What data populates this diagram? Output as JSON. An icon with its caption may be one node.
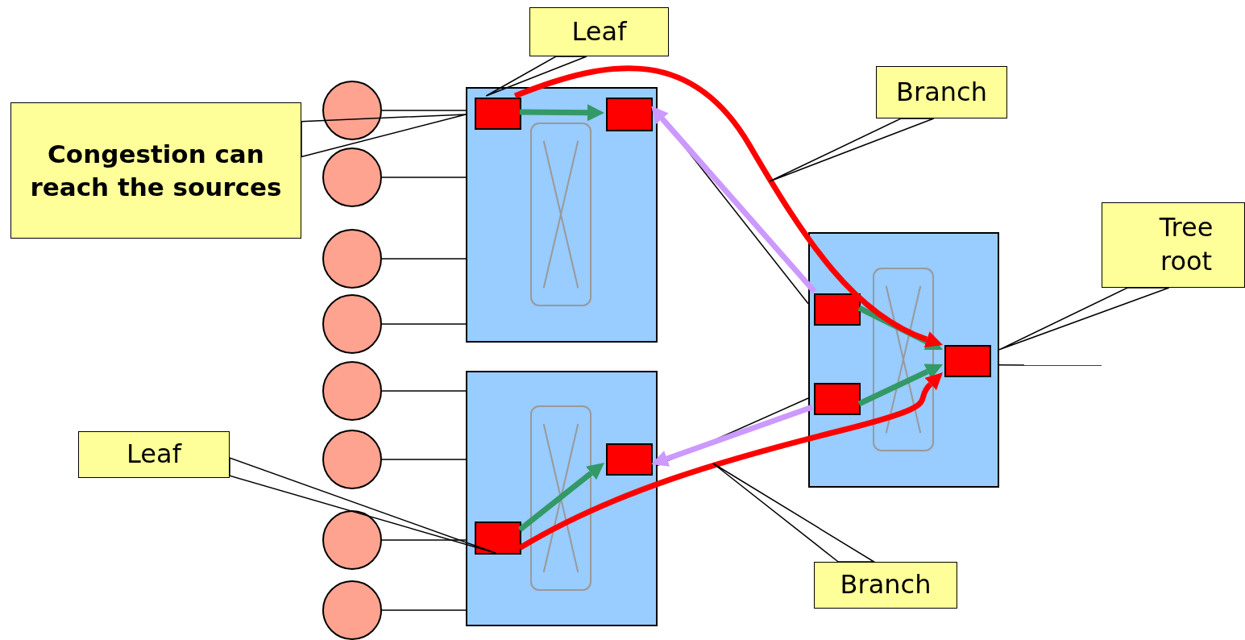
{
  "diagram": {
    "nodes": [
      {
        "text": [
          "Leaf"
        ]
      },
      {
        "text": [
          "Branch"
        ]
      },
      {
        "text": [
          "Congestion can reach the sources"
        ]
      },
      {
        "text": [
          "Tree root"
        ]
      },
      {
        "text": [
          "Leaf"
        ]
      },
      {
        "text": [
          "Branch"
        ]
      },
      {
        "text": [],
        "shape": "box"
      },
      {
        "text": [],
        "shape": "box"
      },
      {
        "text": [],
        "shape": "box"
      },
      {
        "text": [],
        "shape": "box",
        "in": 6
      },
      {
        "text": [],
        "shape": "box",
        "in": 6
      },
      {
        "text": [],
        "shape": "box",
        "in": 7
      },
      {
        "text": [],
        "shape": "box",
        "in": 7
      },
      {
        "text": [],
        "shape": "box",
        "in": 8
      },
      {
        "text": [],
        "shape": "box",
        "in": 8
      },
      {
        "text": [],
        "shape": "box",
        "in": 8
      },
      {
        "text": [],
        "shape": "circle"
      },
      {
        "text": [],
        "shape": "circle"
      },
      {
        "text": [],
        "shape": "circle"
      },
      {
        "text": [],
        "shape": "circle"
      },
      {
        "text": [],
        "shape": "circle"
      },
      {
        "text": [],
        "shape": "circle"
      },
      {
        "text": [],
        "shape": "circle"
      },
      {
        "text": [],
        "shape": "circle"
      }
    ],
    "edges": [
      {
        "from": 16,
        "to": 6,
        "arrow": "none"
      },
      {
        "from": 17,
        "to": 6,
        "arrow": "none"
      },
      {
        "from": 18,
        "to": 6,
        "arrow": "none"
      },
      {
        "from": 19,
        "to": 6,
        "arrow": "none"
      },
      {
        "from": 20,
        "to": 7,
        "arrow": "none"
      },
      {
        "from": 21,
        "to": 7,
        "arrow": "none"
      },
      {
        "from": 22,
        "to": 7,
        "arrow": "none"
      },
      {
        "from": 23,
        "to": 7,
        "arrow": "none"
      },
      {
        "from": 6,
        "to": 8,
        "arrow": "none"
      },
      {
        "from": 7,
        "to": 8,
        "arrow": "none"
      },
      {
        "from": 8,
        "to": null,
        "arrow": "none"
      },
      {
        "from": 9,
        "to": 10,
        "arrow": "to",
        "style": "thick",
        "color": "#339966"
      },
      {
        "from": 13,
        "to": 15,
        "arrow": "to",
        "style": "thick",
        "color": "#339966"
      },
      {
        "from": 14,
        "to": 15,
        "arrow": "to",
        "style": "thick",
        "color": "#339966"
      },
      {
        "from": 12,
        "to": 11,
        "arrow": "to",
        "style": "thick",
        "color": "#339966"
      },
      {
        "from": 9,
        "to": 15,
        "arrow": "to",
        "style": "thick",
        "color": "#ff0000"
      },
      {
        "from": 12,
        "to": 15,
        "arrow": "to",
        "style": "thick",
        "color": "#ff0000"
      },
      {
        "from": 13,
        "to": 10,
        "arrow": "to",
        "style": "thick",
        "color": "#cc99ff"
      },
      {
        "from": 14,
        "to": 11,
        "arrow": "to",
        "style": "thick",
        "color": "#cc99ff"
      },
      {
        "from": 0,
        "to": 9,
        "arrow": "none"
      },
      {
        "from": 1,
        "to": null,
        "arrow": "none"
      },
      {
        "from": 2,
        "to": 6,
        "arrow": "none"
      },
      {
        "from": 3,
        "to": 8,
        "arrow": "none"
      },
      {
        "from": 4,
        "to": 12,
        "arrow": "none"
      },
      {
        "from": 5,
        "to": null,
        "arrow": "none"
      }
    ]
  }
}
